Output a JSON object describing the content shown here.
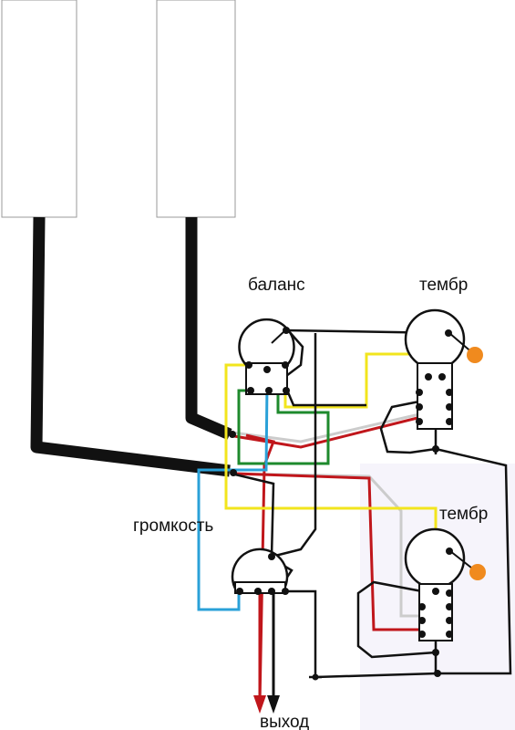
{
  "labels": {
    "balance": "баланс",
    "tone_top": "тембр",
    "volume": "громкость",
    "tone_bottom": "тембр",
    "output": "выход"
  },
  "colors": {
    "cable": "#111111",
    "red": "#c0161b",
    "yellow": "#f2e51d",
    "green": "#1e8a2c",
    "blue": "#2aa1d8",
    "gray": "#cccccc",
    "black": "#111111",
    "capacitor": "#f08a1e",
    "pot_outline": "#111111",
    "pickup_fill": "#ffffff",
    "pickup_edge": "#9a9a9a",
    "tint": "#f6f4fb"
  }
}
